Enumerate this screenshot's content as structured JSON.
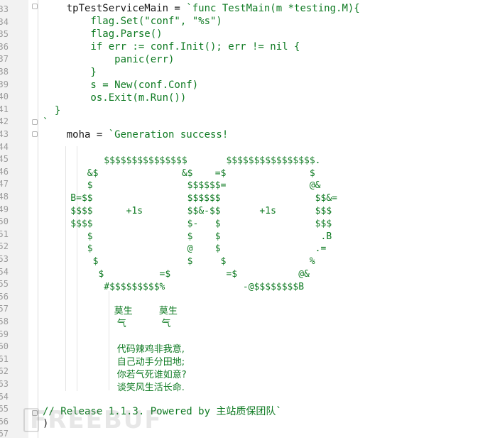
{
  "line_numbers": [
    "33",
    "34",
    "35",
    "36",
    "37",
    "38",
    "39",
    "40",
    "41",
    "42",
    "43",
    "44",
    "45",
    "46",
    "47",
    "48",
    "49",
    "50",
    "51",
    "52",
    "53",
    "54",
    "55",
    "56",
    "57",
    "58",
    "59",
    "60",
    "61",
    "62",
    "63",
    "64",
    "65",
    "66",
    "67"
  ],
  "code": {
    "l33_a": "    tpTestServiceMain = ",
    "l33_b": "`func TestMain(m *testing.M){",
    "l34": "        flag.Set(\"conf\", \"%s\")",
    "l35": "        flag.Parse()",
    "l36": "        if err := conf.Init(); err != nil {",
    "l37": "            panic(err)",
    "l38": "        }",
    "l39": "        s = New(conf.Conf)",
    "l40": "        os.Exit(m.Run())",
    "l41": "  }",
    "l42": "`",
    "l44_a": "    moha = ",
    "l44_b": "`Generation success!",
    "art": "\n          $$$$$$$$$$$$$$$       $$$$$$$$$$$$$$$$.\n       &$               &$    =$               $\n       $                 $$$$$$=               @&\n    B=$$                 $$$$$$                 $$&=\n    $$$$      +1s        $$&-$$       +1s       $$$\n    $$$$                 $-   $                 $$$\n       $                 $    $                  .B\n       $                 @    $                 .=\n        $                $     $               %\n         $          =$          =$           @&\n          #$$$$$$$$$%              -@$$$$$$$$B\n",
    "poem1": "                    莫生         莫生\n                     气            气\n\n                     代码辣鸡非我意,\n                     自己动手分田地;\n                     你若气死谁如意?\n                     谈笑风生活长命.",
    "l66": "// Release 1.1.3. Powered by 主站质保团队`",
    "l67": ")"
  },
  "watermark": "FREEBUF"
}
